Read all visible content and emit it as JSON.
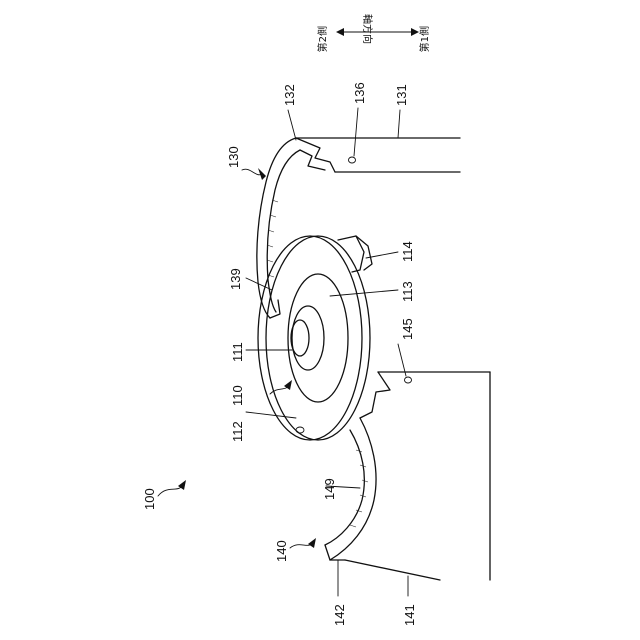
{
  "labels": {
    "assembly": "100",
    "part_110": "110",
    "part_111": "111",
    "part_112": "112",
    "part_113": "113",
    "part_114": "114",
    "part_130": "130",
    "part_131": "131",
    "part_132": "132",
    "part_136": "136",
    "part_139": "139",
    "part_140": "140",
    "part_141": "141",
    "part_142": "142",
    "part_145": "145",
    "part_149": "149"
  },
  "direction_legend": {
    "axis": "軸方向",
    "second_side": "第2側",
    "first_side": "第1側"
  }
}
